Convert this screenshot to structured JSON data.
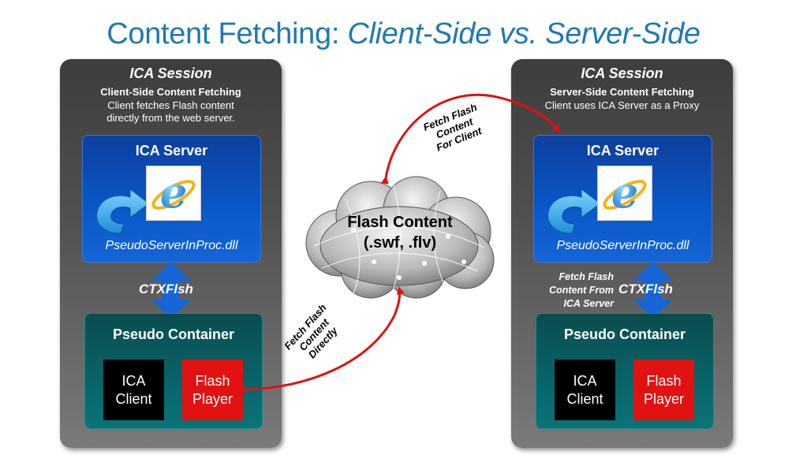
{
  "title": {
    "prefix": "Content Fetching: ",
    "emphasis": "Client-Side vs. Server-Side"
  },
  "left": {
    "session_title": "ICA Session",
    "subtitle": "Client-Side Content Fetching",
    "desc_line1": "Client fetches Flash content",
    "desc_line2": "directly from the web server.",
    "server_title": "ICA Server",
    "dll": "PseudoServerInProc.dll",
    "channel": "CTXFlsh",
    "container_title": "Pseudo Container",
    "client_line1": "ICA",
    "client_line2": "Client",
    "player_line1": "Flash",
    "player_line2": "Player"
  },
  "right": {
    "session_title": "ICA Session",
    "subtitle": "Server-Side Content Fetching",
    "desc_line1": "Client uses ICA Server as a Proxy",
    "server_title": "ICA Server",
    "dll": "PseudoServerInProc.dll",
    "channel": "CTXFlsh",
    "note_line1": "Fetch Flash",
    "note_line2": "Content From",
    "note_line3": "ICA Server",
    "container_title": "Pseudo Container",
    "client_line1": "ICA",
    "client_line2": "Client",
    "player_line1": "Flash",
    "player_line2": "Player"
  },
  "cloud": {
    "line1": "Flash Content",
    "line2": "(.swf, .flv)"
  },
  "labels": {
    "top_line1": "Fetch Flash",
    "top_line2": "Content",
    "top_line3": "For Client",
    "bottom_line1": "Fetch Flash",
    "bottom_line2": "Content",
    "bottom_line3": "Directly"
  },
  "colors": {
    "title": "#1f78b4",
    "server_blue": "#0a58c9",
    "container_teal": "#08656a",
    "flash_red": "#e11212",
    "arrow_red": "#e01010"
  }
}
